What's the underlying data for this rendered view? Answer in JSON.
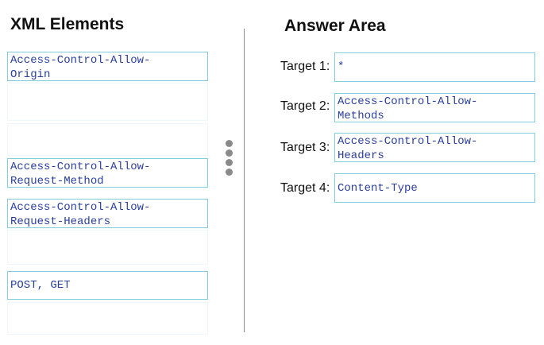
{
  "left_panel": {
    "title": "XML Elements",
    "items": [
      {
        "text": "Access-Control-Allow-\nOrigin"
      },
      {
        "text": ""
      },
      {
        "text": ""
      },
      {
        "text": "Access-Control-Allow-\nRequest-Method"
      },
      {
        "text": "Access-Control-Allow-\nRequest-Headers"
      },
      {
        "text": ""
      },
      {
        "text": "POST, GET"
      },
      {
        "text": ""
      }
    ]
  },
  "right_panel": {
    "title": "Answer Area",
    "targets": [
      {
        "label": "Target 1:",
        "value": "*"
      },
      {
        "label": "Target 2:",
        "value": "Access-Control-Allow-\nMethods"
      },
      {
        "label": "Target 3:",
        "value": "Access-Control-Allow-\nHeaders"
      },
      {
        "label": "Target 4:",
        "value": "Content-Type"
      }
    ]
  },
  "colors": {
    "box_border": "#7fcfdd",
    "code_text": "#2a3f9b",
    "divider": "#8c8c8c"
  },
  "icons": {
    "drag_handle": "vertical-dots-icon"
  }
}
